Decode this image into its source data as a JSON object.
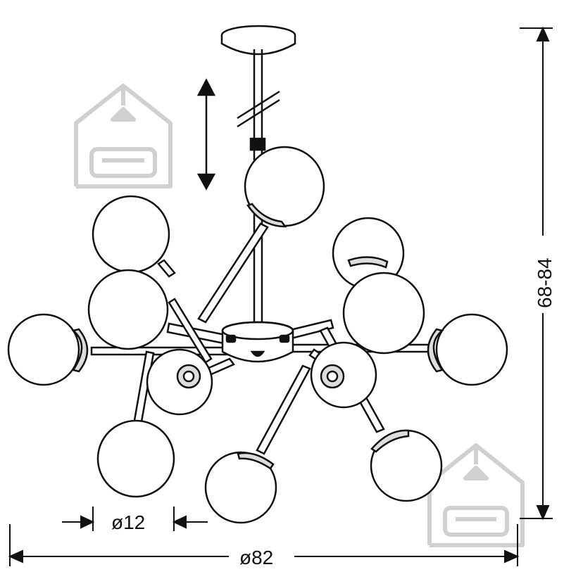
{
  "dimensions": {
    "globe_diameter": "ø12",
    "overall_diameter": "ø82",
    "overall_height": "68-84"
  },
  "watermark": {
    "icon": "house-sofa-logo",
    "color": "#d0d0d0"
  },
  "drawing": {
    "line_color": "#111111",
    "icons": [
      "chandelier-drawing",
      "adjustable-height-arrow-icon"
    ]
  }
}
